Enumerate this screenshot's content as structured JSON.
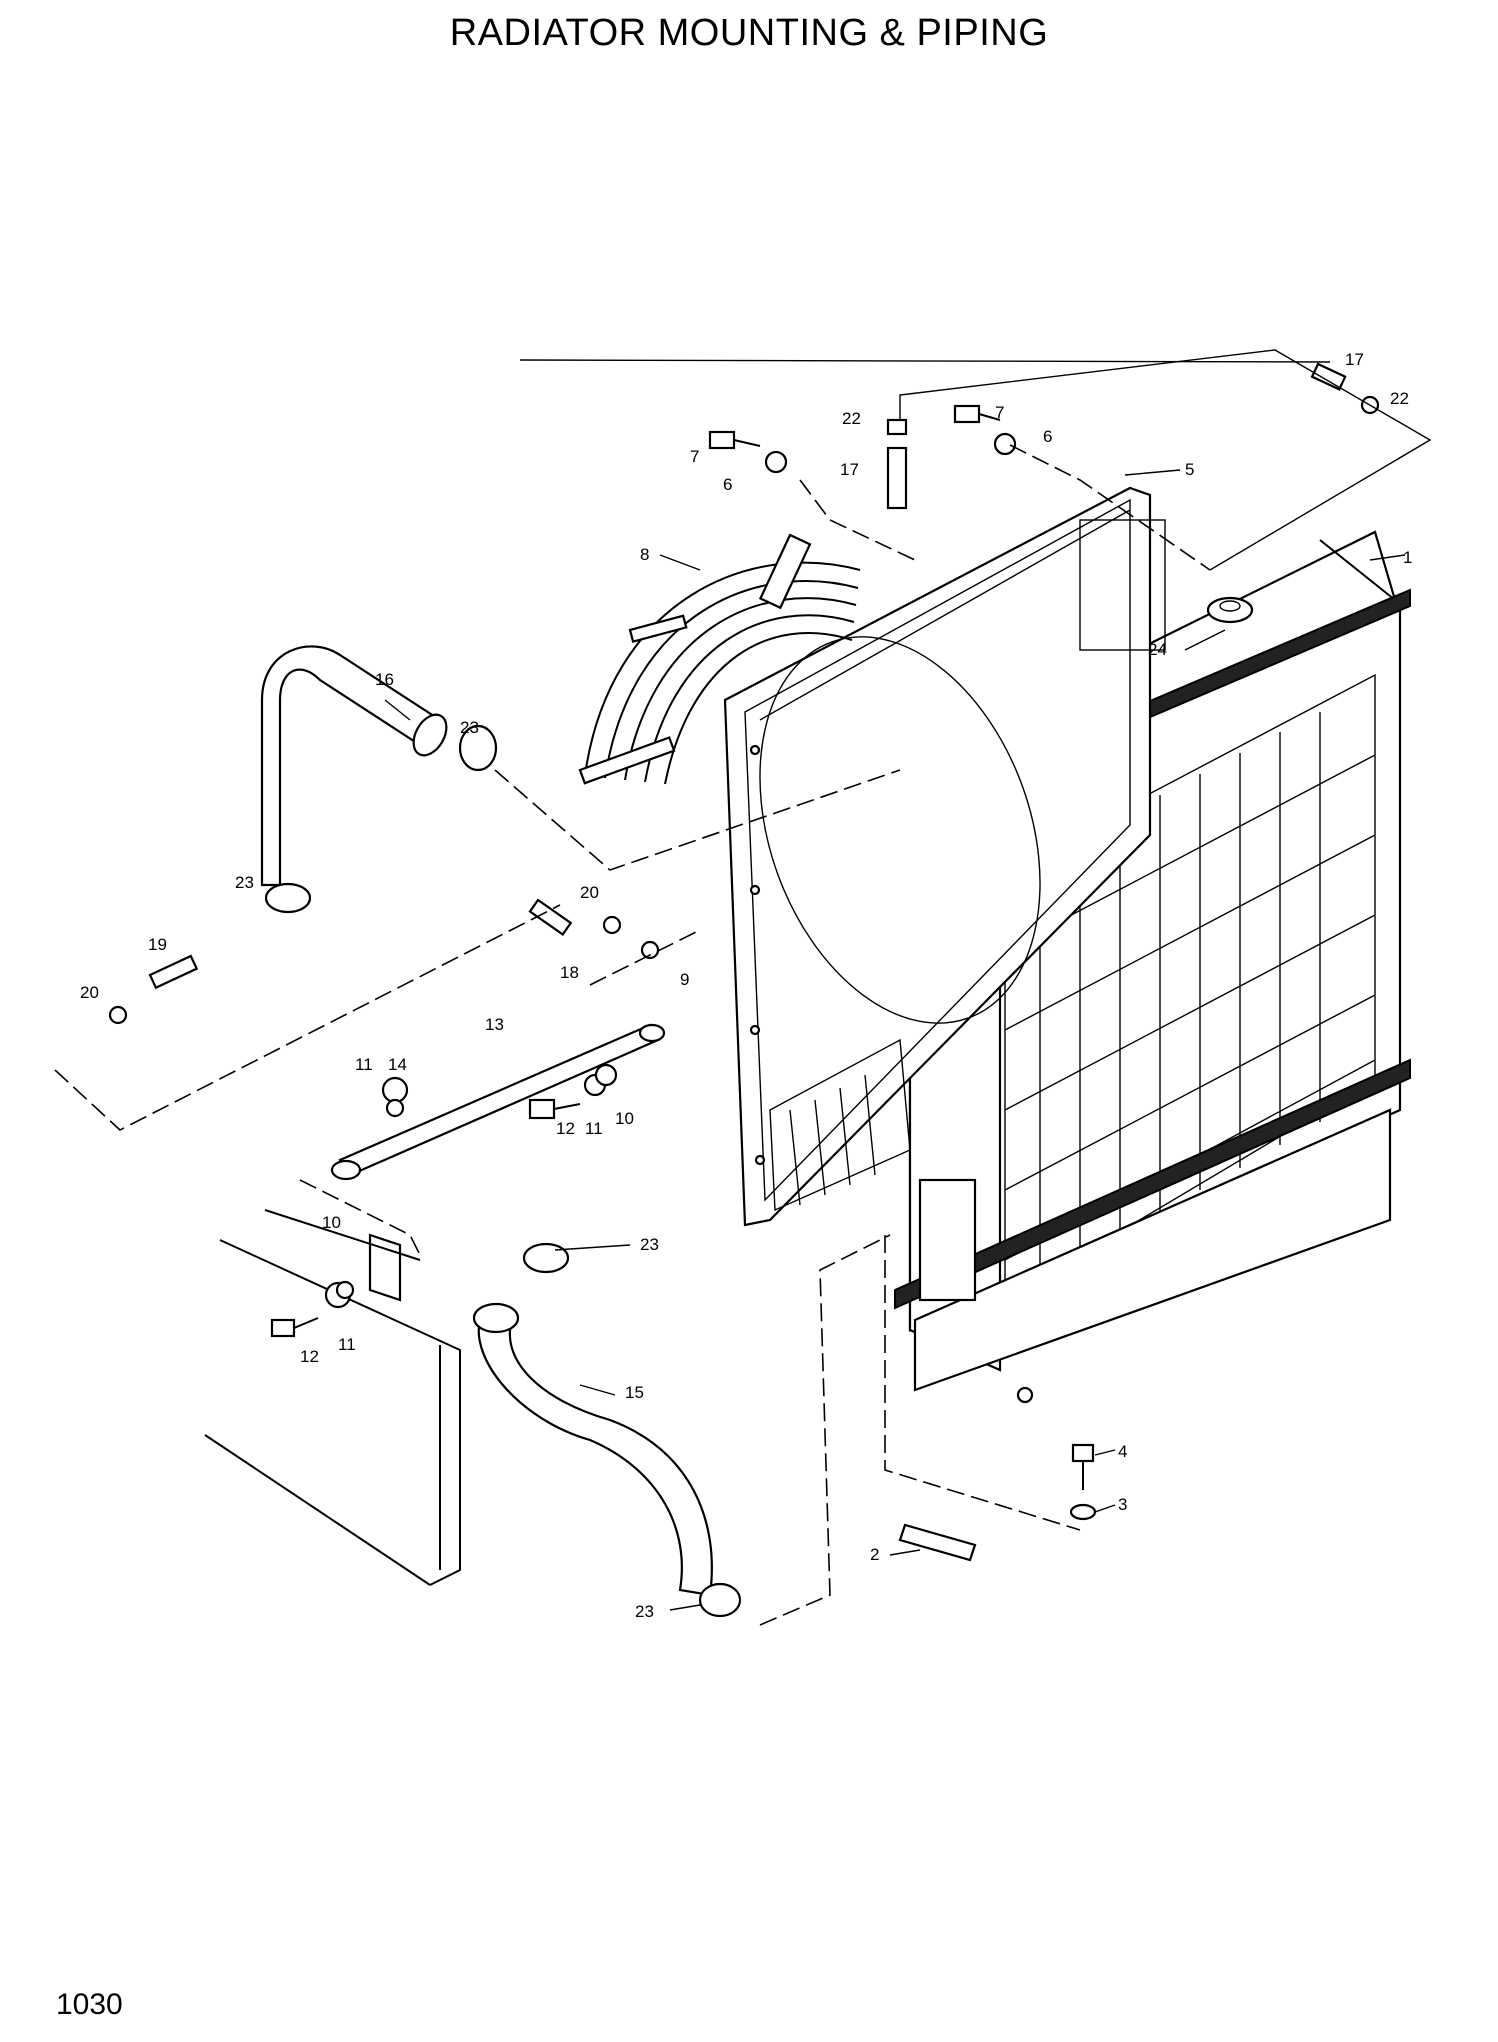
{
  "title": "RADIATOR MOUNTING & PIPING",
  "page_number": "1030",
  "callouts": [
    {
      "id": "c1",
      "text": "1"
    },
    {
      "id": "c2",
      "text": "2"
    },
    {
      "id": "c3",
      "text": "3"
    },
    {
      "id": "c4",
      "text": "4"
    },
    {
      "id": "c5",
      "text": "5"
    },
    {
      "id": "c6a",
      "text": "6"
    },
    {
      "id": "c6b",
      "text": "6"
    },
    {
      "id": "c7a",
      "text": "7"
    },
    {
      "id": "c7b",
      "text": "7"
    },
    {
      "id": "c8",
      "text": "8"
    },
    {
      "id": "c9",
      "text": "9"
    },
    {
      "id": "c10a",
      "text": "10"
    },
    {
      "id": "c10b",
      "text": "10"
    },
    {
      "id": "c11a",
      "text": "11"
    },
    {
      "id": "c11b",
      "text": "11"
    },
    {
      "id": "c11c",
      "text": "11"
    },
    {
      "id": "c12a",
      "text": "12"
    },
    {
      "id": "c12b",
      "text": "12"
    },
    {
      "id": "c13",
      "text": "13"
    },
    {
      "id": "c14",
      "text": "14"
    },
    {
      "id": "c15",
      "text": "15"
    },
    {
      "id": "c16",
      "text": "16"
    },
    {
      "id": "c17a",
      "text": "17"
    },
    {
      "id": "c17b",
      "text": "17"
    },
    {
      "id": "c18",
      "text": "18"
    },
    {
      "id": "c19",
      "text": "19"
    },
    {
      "id": "c20a",
      "text": "20"
    },
    {
      "id": "c20b",
      "text": "20"
    },
    {
      "id": "c22a",
      "text": "22"
    },
    {
      "id": "c22b",
      "text": "22"
    },
    {
      "id": "c23a",
      "text": "23"
    },
    {
      "id": "c23b",
      "text": "23"
    },
    {
      "id": "c23c",
      "text": "23"
    },
    {
      "id": "c23d",
      "text": "23"
    },
    {
      "id": "c24",
      "text": "24"
    }
  ]
}
